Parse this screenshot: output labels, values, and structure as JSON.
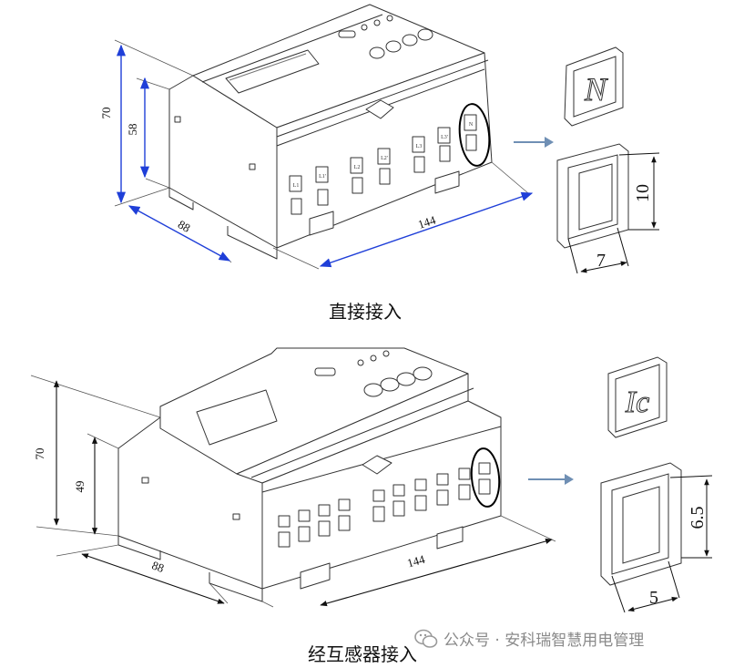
{
  "top": {
    "caption": "直接接入",
    "dims": {
      "height_total": "70",
      "height_body": "58",
      "depth": "88",
      "width": "144"
    },
    "terminal_labels": [
      "L1",
      "L1'",
      "L2",
      "L2'",
      "L3",
      "L3'",
      "N"
    ],
    "cover": {
      "symbol": "N",
      "height": "10",
      "width": "7"
    }
  },
  "bottom": {
    "caption": "经互感器接入",
    "dims": {
      "height_total": "70",
      "height_body": "49",
      "depth": "88",
      "width": "144"
    },
    "cover": {
      "symbol": "Ic",
      "height": "6.5",
      "width": "5"
    }
  },
  "watermark": {
    "text": "公众号 · 安科瑞智慧用电管理"
  },
  "colors": {
    "dimension": "#1f3fd8",
    "arrow": "#6f8fb4",
    "line": "#333333",
    "highlight": "#000000"
  }
}
